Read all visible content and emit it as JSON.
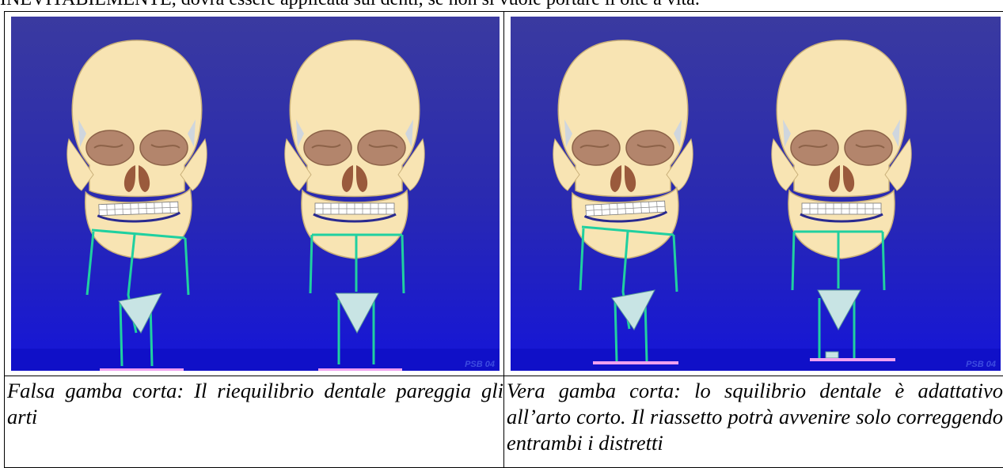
{
  "document": {
    "top_text": "INEVITABILMENTE, dovrà essere applicata sui denti, se non si vuole portare il oite a vita.",
    "left_panel": {
      "watermark": "PSB 04",
      "caption": "Falsa gamba corta: Il riequilibrio dentale pareggia gli arti"
    },
    "right_panel": {
      "watermark": "PSB 04",
      "caption": "Vera gamba corta: lo squilibrio dentale è adattativo all’arto corto. Il riassetto potrà avvenire solo correggendo entrambi i distretti"
    },
    "colors": {
      "bone": "#f8e4b3",
      "orbit": "#b3856c",
      "nose": "#9a5a3c",
      "figure_lines": "#20d0a0",
      "pelvis_triangle": "#c8e4e4",
      "base_bar": "#f0a0f0"
    }
  }
}
